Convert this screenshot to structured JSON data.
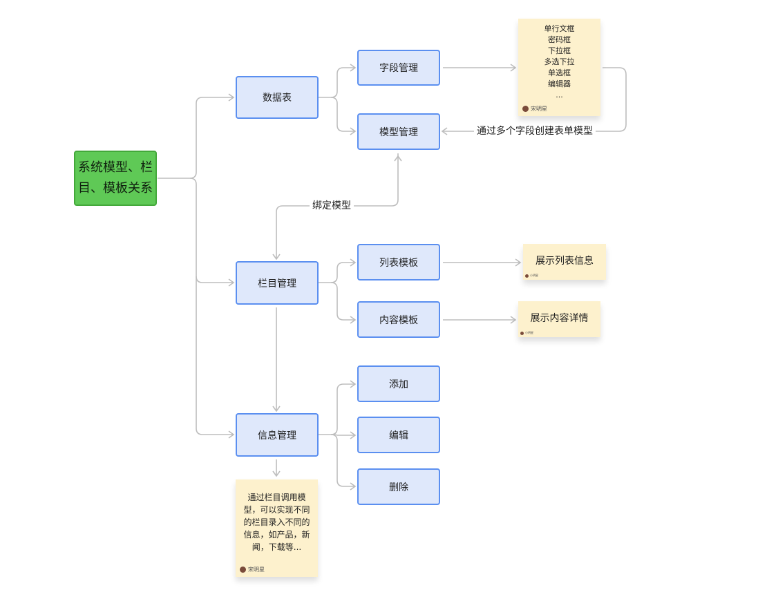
{
  "root": {
    "label": "系统模型、栏目、模板关系"
  },
  "nodes": {
    "data_table": "数据表",
    "field_manage": "字段管理",
    "model_manage": "模型管理",
    "column_manage": "栏目管理",
    "list_template": "列表模板",
    "content_template": "内容模板",
    "info_manage": "信息管理",
    "add": "添加",
    "edit": "编辑",
    "delete": "删除"
  },
  "edge_labels": {
    "create_model": "通过多个字段创建表单模型",
    "bind_model": "绑定模型"
  },
  "notes": {
    "field_types": {
      "lines": [
        "单行文框",
        "密码框",
        "下拉框",
        "多选下拉",
        "单选框",
        "编辑器",
        "..."
      ],
      "author": "宋明星"
    },
    "list_info": {
      "text": "展示列表信息",
      "author": "小明星"
    },
    "content_detail": {
      "text": "展示内容详情",
      "author": "小明星"
    },
    "info_desc": {
      "text": "通过栏目调用模型，可以实现不同的栏目录入不同的信息，如产品，新闻，下载等...",
      "author": "宋明星"
    }
  },
  "colors": {
    "node_fill": "#dfe8fb",
    "node_border": "#5b8ff0",
    "root_fill": "#5fc956",
    "note_fill": "#fdf1cd",
    "connector": "#bdbdbd"
  }
}
